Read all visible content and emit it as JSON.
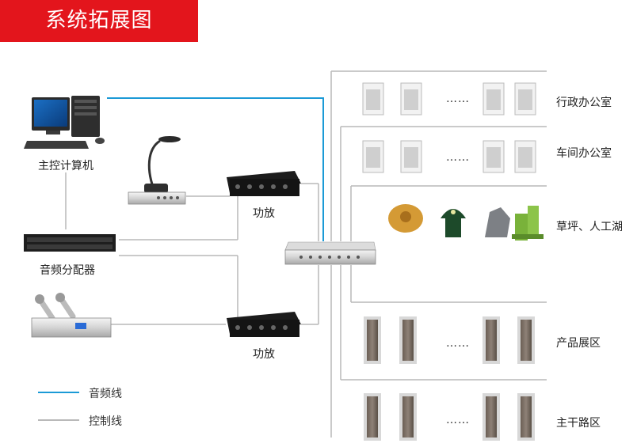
{
  "title": "系统拓展图",
  "colors": {
    "title_bg": "#e3151c",
    "audio_line": "#1b9ad6",
    "control_line": "#b9b9b9"
  },
  "devices": {
    "host": "主控计算机",
    "splitter": "音频分配器",
    "amp_top": "功放",
    "amp_bottom": "功放"
  },
  "zones": [
    {
      "label": "行政办公室"
    },
    {
      "label": "车间办公室"
    },
    {
      "label": "草坪、人工湖"
    },
    {
      "label": "产品展区"
    },
    {
      "label": "主干路区"
    }
  ],
  "ellipsis": "……",
  "legend": {
    "audio": "音频线",
    "control": "控制线"
  }
}
